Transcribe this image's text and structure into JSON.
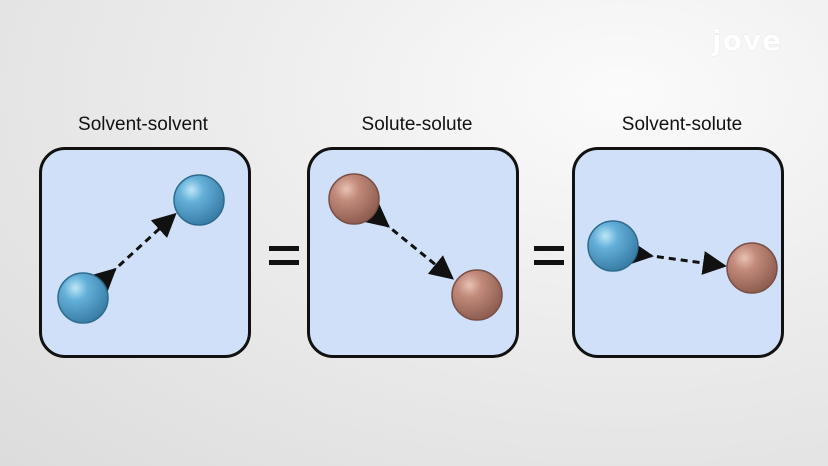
{
  "logo": "jove",
  "panels": [
    {
      "label": "Solvent-solvent"
    },
    {
      "label": "Solute-solute"
    },
    {
      "label": "Solvent-solute"
    }
  ],
  "colors": {
    "solvent": "#5aa7d2",
    "solute": "#c08778",
    "panel_fill": "#cfe0f8",
    "outline": "#111111"
  }
}
